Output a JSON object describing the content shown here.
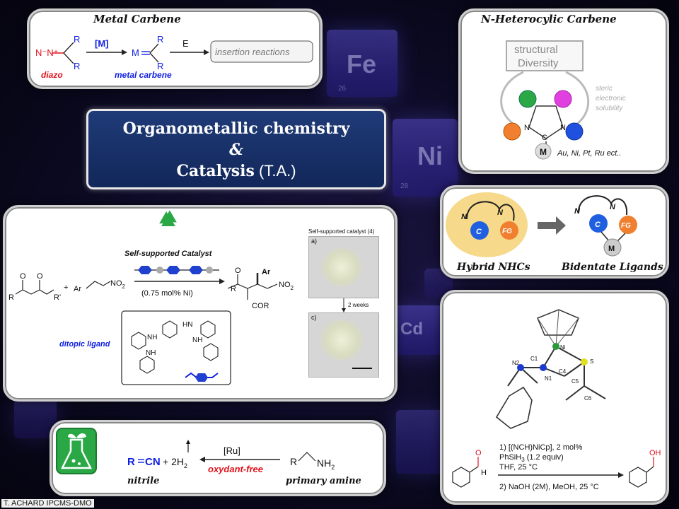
{
  "background": {
    "elements": [
      {
        "symbol": "Fe",
        "number": "26"
      },
      {
        "symbol": "Ni",
        "number": "28"
      },
      {
        "symbol": "Cd",
        "number": ""
      }
    ]
  },
  "title": {
    "line1": "Organometallic chemistry",
    "line2": "&",
    "line3": "Catalysis",
    "line3_suffix": " (T.A.)"
  },
  "metal_carbene": {
    "header": "Metal Carbene",
    "diazo_formula": "N⁻N⁺",
    "R": "R",
    "catalyst": "[M]",
    "metal": "M",
    "diazo_label": "diazo",
    "carbene_label": "metal carbene",
    "reagent": "E",
    "product": "insertion reactions"
  },
  "nhc": {
    "header": "N-Heterocylic Carbene",
    "box_line1": "structural",
    "box_line2": "Diversity",
    "side1": "steric",
    "side2": "electronic",
    "side3": "solubility",
    "N": "N",
    "C": "C",
    "M": "M",
    "metals": "Au, Ni, Pt, Ru ect.."
  },
  "hybrid": {
    "left_label": "Hybrid NHCs",
    "right_label": "Bidentate Ligands",
    "N": "N",
    "C": "C",
    "FG": "FG",
    "M": "M"
  },
  "self_supported": {
    "catalyst_label": "Self-supported Catalyst",
    "loading": "(0.75 mol% Ni)",
    "reactant_plus": "+",
    "Ar": "Ar",
    "NO2": "NO",
    "R": "R",
    "Rprime": "R'",
    "O": "O",
    "COR": "COR",
    "ligand_label": "ditopic ligand",
    "NH": "NH",
    "HN": "HN",
    "photo_title": "Self-supported catalyst (4)",
    "photo_a": "a)",
    "photo_c": "c)",
    "time": "2 weeks"
  },
  "crystal": {
    "atoms": [
      "Ni",
      "C1",
      "N2",
      "N1",
      "C4",
      "S",
      "C5",
      "C6"
    ],
    "step1_a": "1) [(NCH)NiCp], 2 mol%",
    "step1_b": "PhSiH",
    "step1_b_sub": "3",
    "step1_b_tail": " (1.2 equiv)",
    "step1_c": "THF, 25 °C",
    "step2": "2) NaOH (2M), MeOH, 25 °C",
    "O": "O",
    "H": "H",
    "OH": "OH"
  },
  "nitrile": {
    "R": "R",
    "CN": "CN",
    "plus_h2": "+ 2H",
    "h2_sub": "2",
    "catalyst": "[Ru]",
    "condition": "oxydant-free",
    "amine_R": "R",
    "NH2": "NH",
    "nitrile_label": "nitrile",
    "amine_label": "primary amine"
  },
  "credit": "T. ACHARD IPCMS-DMO",
  "colors": {
    "red": "#e0141e",
    "blue": "#1020e0",
    "navy": "#12275a",
    "green": "#2aa845",
    "orange": "#f08030",
    "blue_atom": "#2060e0"
  }
}
